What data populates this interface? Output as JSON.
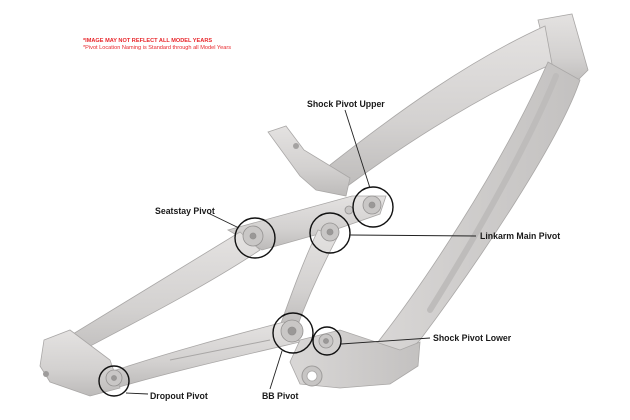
{
  "disclaimer": {
    "line1": "*IMAGE MAY NOT REFLECT ALL MODEL YEARS",
    "line2": "*Pivot Location Naming is Standard through all Model Years",
    "color": "#e8262b"
  },
  "frame": {
    "color": "#d6d4d3",
    "shade_color": "#b9b7b6",
    "outline_color": "#9c9a99"
  },
  "pivots": {
    "shock_pivot_upper": "Shock Pivot Upper",
    "seatstay_pivot": "Seatstay Pivot",
    "linkarm_main_pivot": "Linkarm Main Pivot",
    "shock_pivot_lower": "Shock Pivot Lower",
    "dropout_pivot": "Dropout Pivot",
    "bb_pivot": "BB Pivot"
  }
}
